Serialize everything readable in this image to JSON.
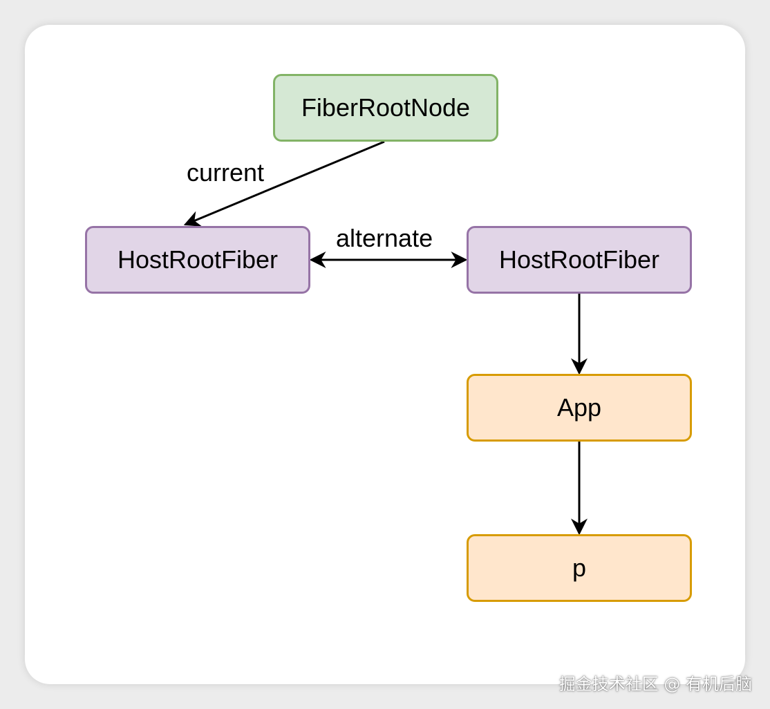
{
  "diagram": {
    "nodes": {
      "fiber_root_node": {
        "label": "FiberRootNode",
        "fill": "#d5e8d4",
        "stroke": "#82b366"
      },
      "host_root_fiber_current": {
        "label": "HostRootFiber",
        "fill": "#e1d5e7",
        "stroke": "#9673a6"
      },
      "host_root_fiber_alternate": {
        "label": "HostRootFiber",
        "fill": "#e1d5e7",
        "stroke": "#9673a6"
      },
      "app": {
        "label": "App",
        "fill": "#ffe6cc",
        "stroke": "#d79b00"
      },
      "p": {
        "label": "p",
        "fill": "#ffe6cc",
        "stroke": "#d79b00"
      }
    },
    "edges": [
      {
        "from": "fiber_root_node",
        "to": "host_root_fiber_current",
        "label": "current"
      },
      {
        "from": "host_root_fiber_current",
        "to": "host_root_fiber_alternate",
        "label": "alternate",
        "bidirectional": true
      },
      {
        "from": "host_root_fiber_alternate",
        "to": "app",
        "label": ""
      },
      {
        "from": "app",
        "to": "p",
        "label": ""
      }
    ]
  },
  "watermark": "掘金技术社区 @ 有机后脑"
}
